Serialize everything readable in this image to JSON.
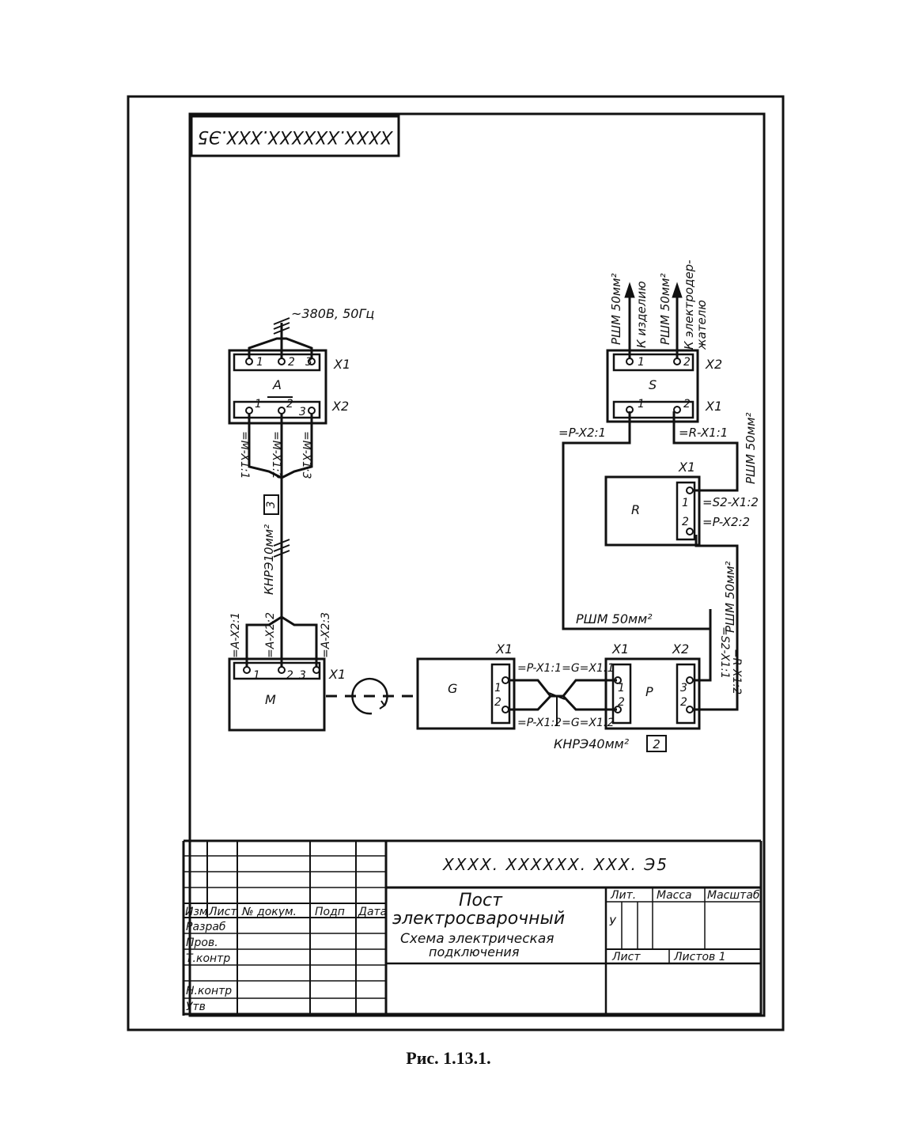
{
  "stamp_top": "XXXX.XXXXXX.XXX.Э5",
  "power": "~380В, 50Гц",
  "caption": "Рис. 1.13.1.",
  "blocks": {
    "A": {
      "name": "A",
      "x1": "X1",
      "x2": "X2",
      "top_pins": [
        "1",
        "2",
        "3"
      ],
      "bottom_pins": [
        "1",
        "2",
        "3"
      ]
    },
    "S": {
      "name": "S",
      "x1": "X1",
      "x2": "X2",
      "top_pins": [
        "1",
        "2"
      ],
      "bottom_pins": [
        "1",
        "2"
      ]
    },
    "R": {
      "name": "R",
      "x1": "X1",
      "pins": [
        "1",
        "2"
      ]
    },
    "M": {
      "name": "M",
      "x1": "X1",
      "pins": [
        "1",
        "2",
        "3"
      ]
    },
    "G": {
      "name": "G",
      "x1": "X1",
      "pins": [
        "1",
        "2"
      ]
    },
    "P": {
      "name": "P",
      "x1": "X1",
      "x2": "X2",
      "pins_x1": [
        "1",
        "2"
      ],
      "pins_x2": [
        "3",
        "2"
      ]
    }
  },
  "wire_labels": {
    "m_x1_1": "=M-X1:1",
    "m_x1_2": "=M-X1:2",
    "m_x1_3": "=M-X1:3",
    "a_x2_1": "=A-X2:1",
    "a_x2_2": "=A-X2:2",
    "a_x2_3": "=A-X2:3",
    "cable_am": "КНРЭ10мм²",
    "cable_am_ref": "3",
    "p_x2_1": "=P-X2:1",
    "r_x1_1": "=R-X1:1",
    "s2_x1_2": "=S2-X1:2",
    "p_x2_2": "=P-X2:2",
    "g_p_1": "=P-X1:1=G=X1:1",
    "g_p_2": "=P-X1:2=G=X1:2",
    "cable_gp": "КНРЭ40мм²",
    "cable_gp_ref": "2",
    "s2_x1_1": "=S2-X1:1",
    "r_x1_2": "=R-X1:2",
    "rshm_izd": "РШМ 50мм²",
    "k_izdeliyu": "К изделию",
    "rshm_el": "РШМ 50мм²",
    "k_elektro_1": "К электродер-",
    "k_elektro_2": "жателю",
    "rshm_right": "РШМ 50мм²",
    "rshm_mid": "РШМ 50мм²",
    "rshm_loop": "РШМ 50мм²"
  },
  "title_block": {
    "doc_code": "XXXX. XXXXXX. XXX. Э5",
    "name_line1": "Пост",
    "name_line2": "электросварочный",
    "type_line1": "Схема электрическая",
    "type_line2": "подключения",
    "col_izm": "Изм",
    "col_list": "Лист",
    "col_docnum": "№ докум.",
    "col_podp": "Подп",
    "col_data": "Дата",
    "row_razrab": "Разраб",
    "row_prov": "Пров.",
    "row_tkontr": "Т.контр",
    "row_nkontr": "Н.контр",
    "row_utv": "Утв",
    "lit": "Лит.",
    "massa": "Масса",
    "masshtab": "Масштаб",
    "lit_value": "У",
    "sheet": "Лист",
    "sheets": "Листов 1"
  }
}
